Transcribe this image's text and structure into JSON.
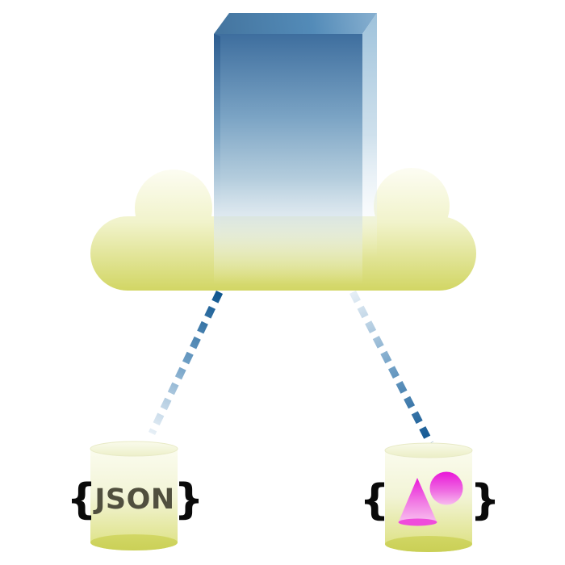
{
  "icons": {
    "server_box": "server-box-icon",
    "cloud": "cloud-icon",
    "left_connection": "dashed-connection-line-left",
    "right_connection": "dashed-connection-line-right",
    "json_database": "database-cylinder-icon",
    "shapes_database": "database-cylinder-icon",
    "cone": "cone-icon",
    "sphere": "sphere-icon"
  },
  "left_database": {
    "brace_open": "{",
    "label": "JSON",
    "brace_close": "}"
  },
  "right_database": {
    "brace_open": "{",
    "brace_close": "}"
  },
  "colors": {
    "background": "#ffffff",
    "box_blue_dark": "#3e6e9e",
    "box_blue_mid": "#538bb8",
    "box_blue_pale": "#9ec2db",
    "cloud_cream": "#fdfdf4",
    "cloud_yellow": "#d2d664",
    "cylinder_cream": "#fcfdf2",
    "cylinder_yellow": "#dce07e",
    "cylinder_rim_olive": "#c9cf55",
    "connection_blue_dark": "#10568f",
    "connection_blue_pale": "#dfeaf3",
    "shape_magenta": "#e918d8",
    "shape_pink_light": "#f8c3ef",
    "json_text": "#504f3e",
    "brace": "#0a0a0a"
  }
}
